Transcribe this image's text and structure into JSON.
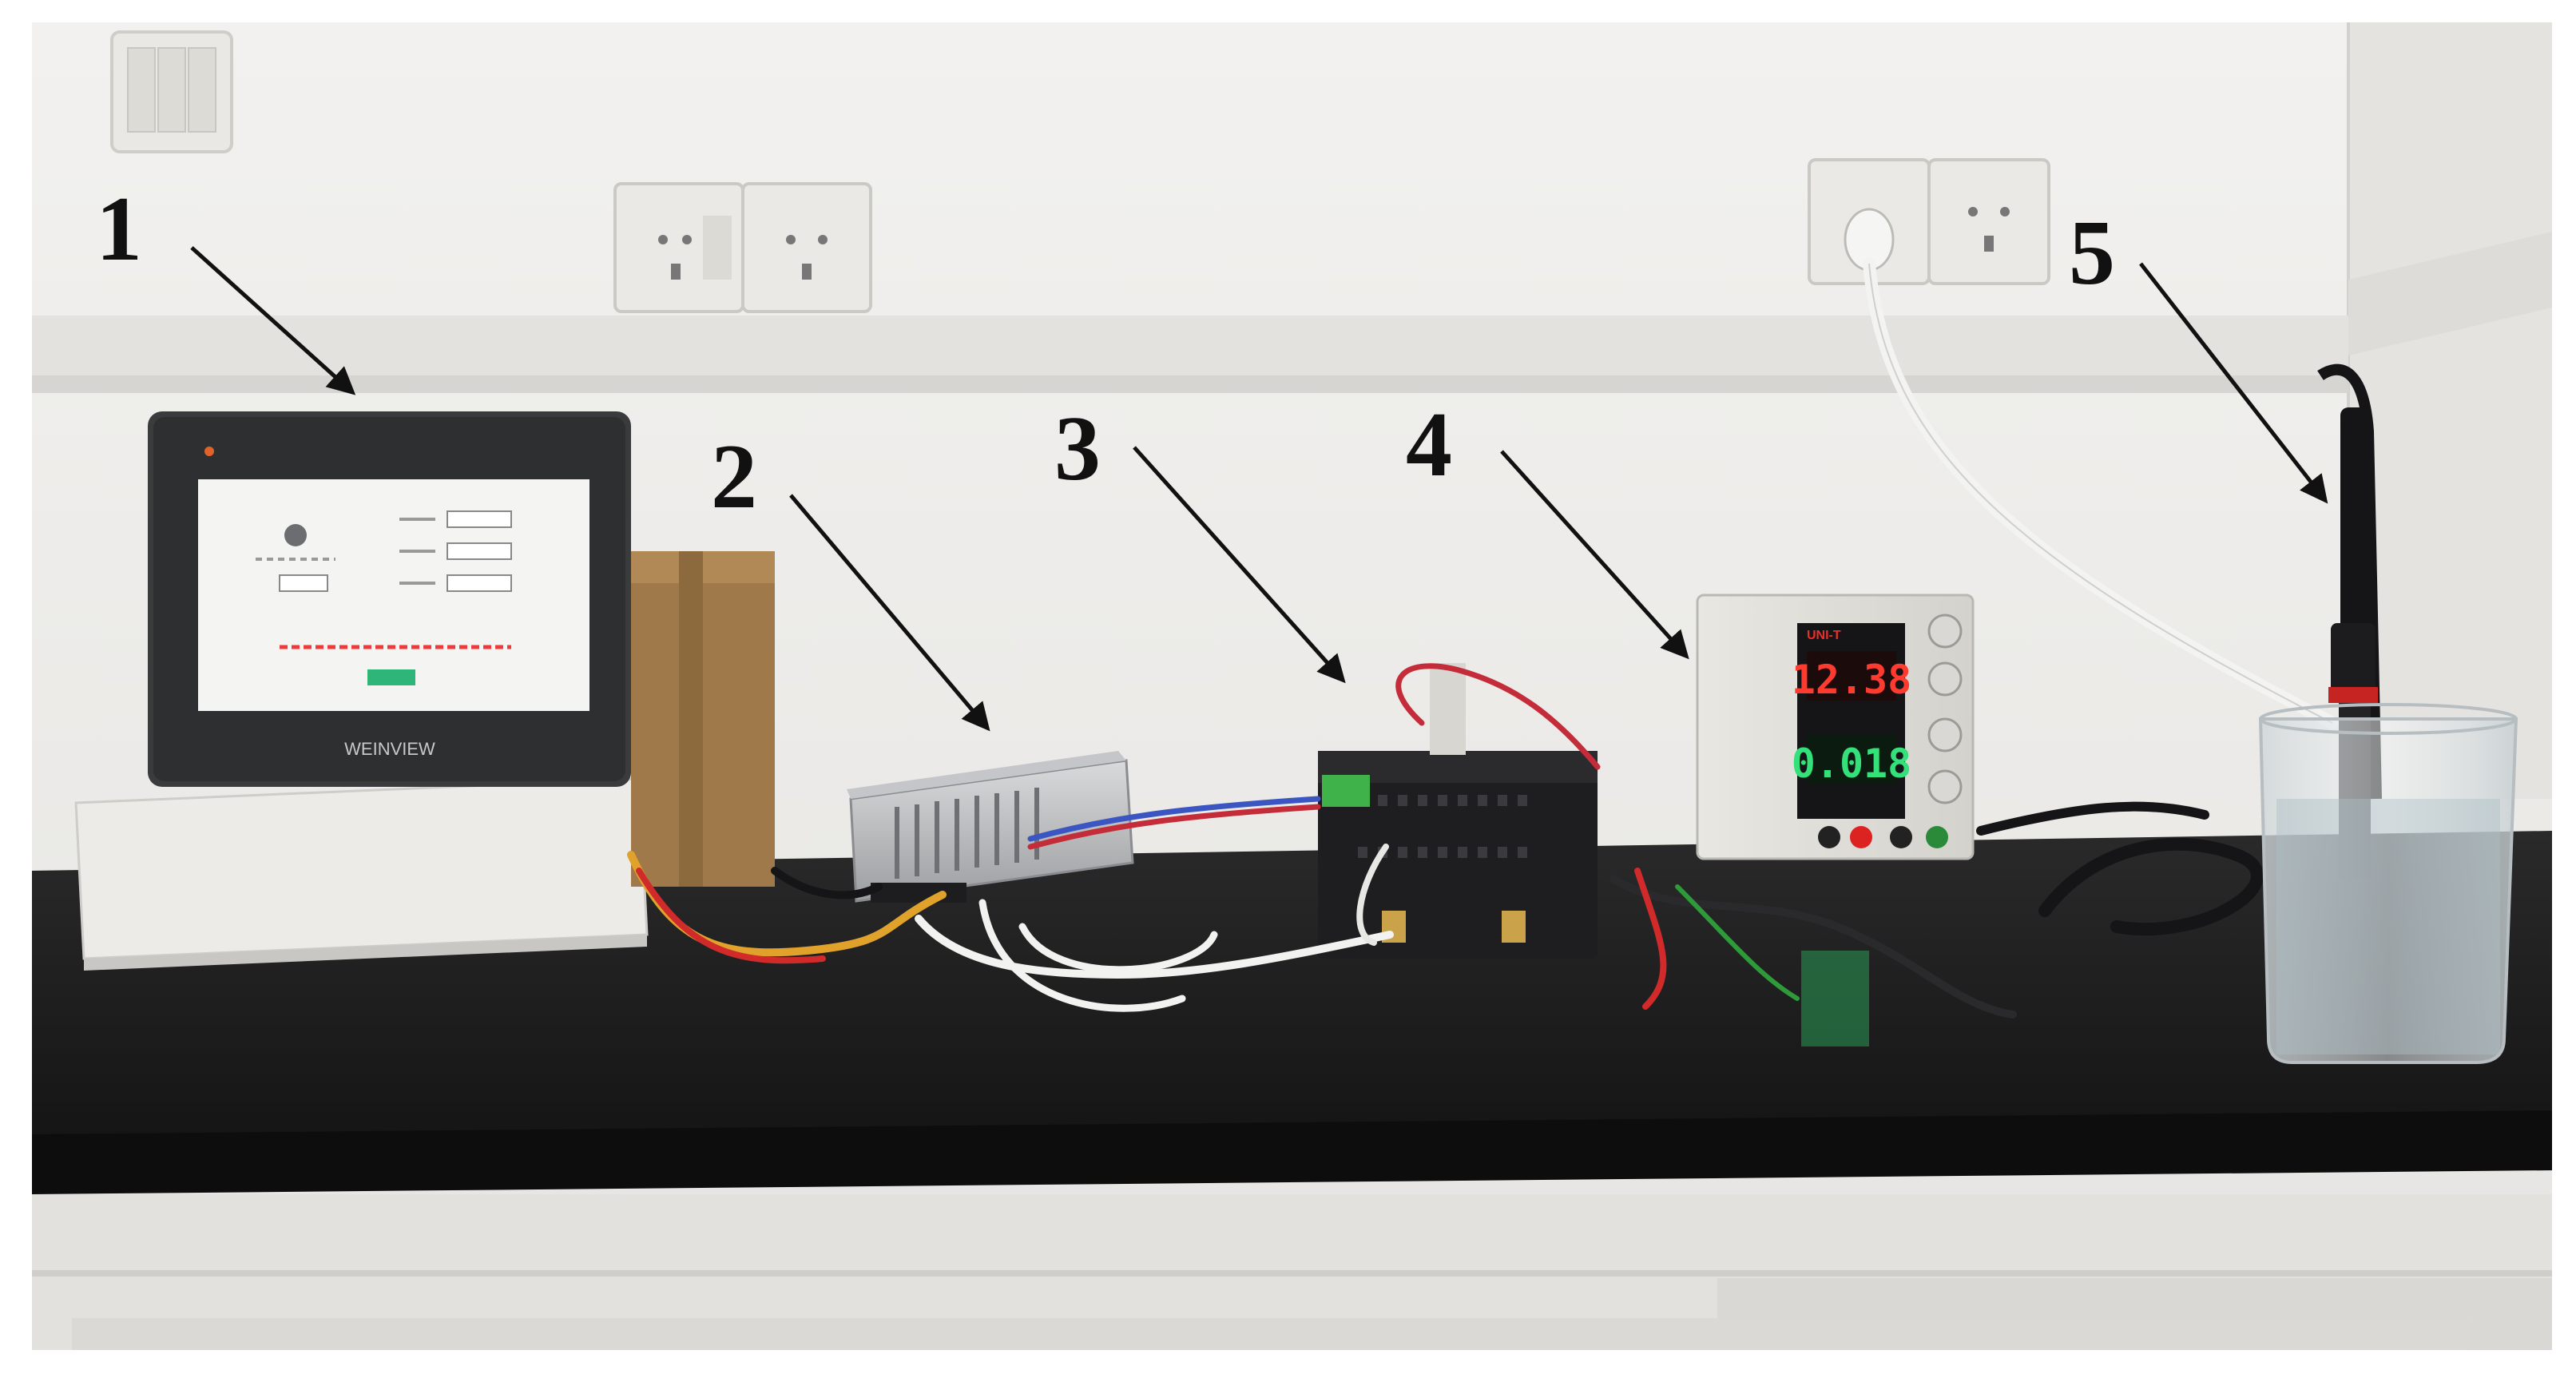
{
  "labels": [
    {
      "id": "1",
      "text": "1"
    },
    {
      "id": "2",
      "text": "2"
    },
    {
      "id": "3",
      "text": "3"
    },
    {
      "id": "4",
      "text": "4"
    },
    {
      "id": "5",
      "text": "5"
    }
  ],
  "touchscreen": {
    "brand": "WEINVIEW"
  },
  "power_supply": {
    "brand": "UNI-T",
    "voltage_display": "12.38",
    "current_display": "0.018"
  },
  "colors": {
    "wall": "#efeeec",
    "bench_top": "#1c1c1d",
    "bench_edge": "#0e0e0f",
    "cabinet": "#e2e1de",
    "arrow": "#111111",
    "display_red": "#ff3b30",
    "display_green": "#34e07a"
  }
}
